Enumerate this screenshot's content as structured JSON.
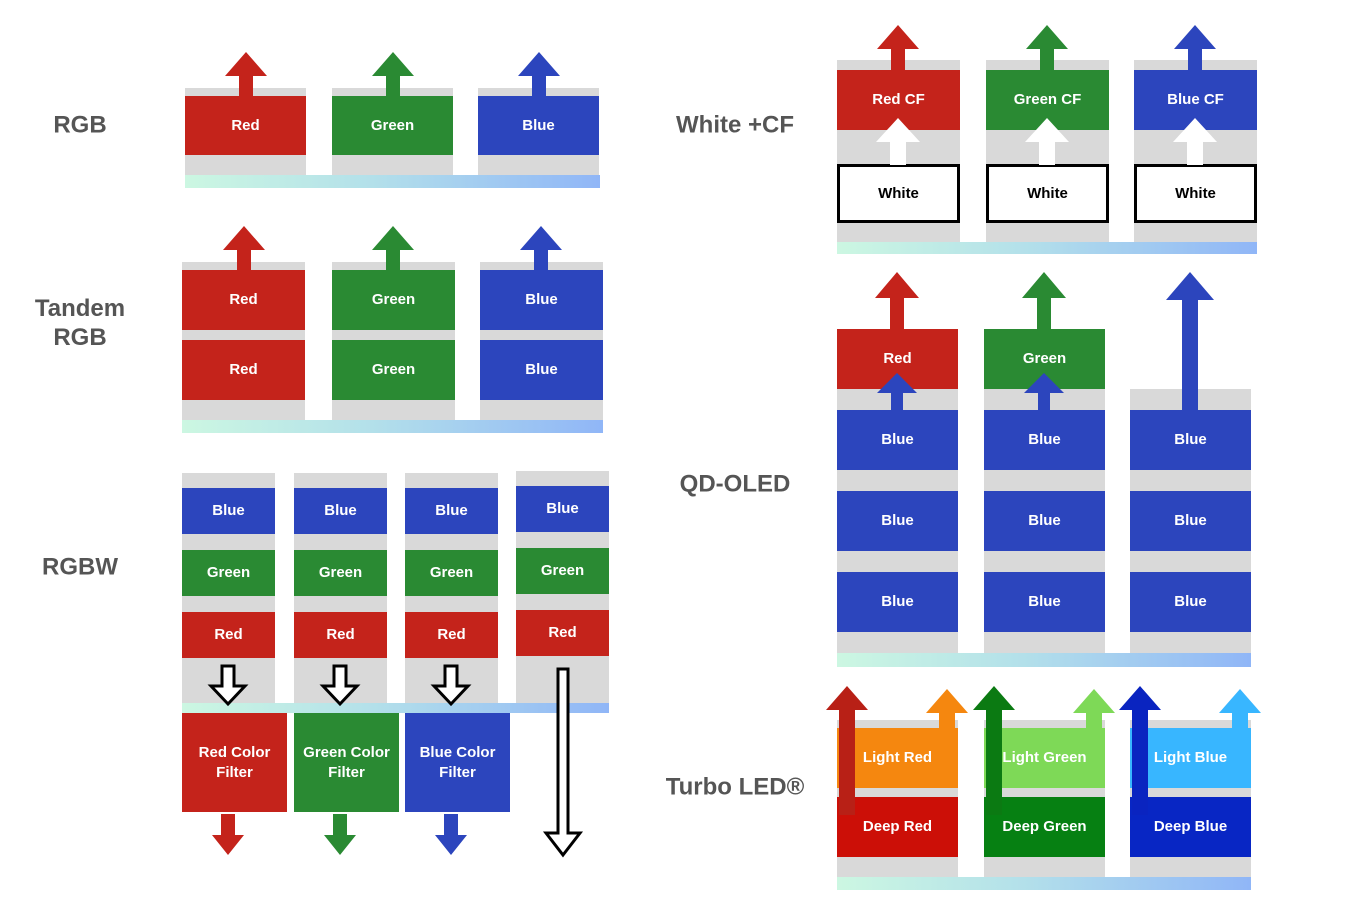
{
  "colors": {
    "red": "#c4231b",
    "green": "#2a8a33",
    "blue": "#2c45bd",
    "gray": "#d9d9d9",
    "orange": "#f5870f",
    "light_green": "#7ed957",
    "light_blue": "#38b6ff",
    "deep_red": "#cc0f07",
    "deep_green": "#068012",
    "deep_blue": "#0826c4"
  },
  "rgb": {
    "label": "RGB",
    "cells": [
      "Red",
      "Green",
      "Blue"
    ]
  },
  "tandem": {
    "label_line1": "Tandem",
    "label_line2": "RGB",
    "top": [
      "Red",
      "Green",
      "Blue"
    ],
    "bottom": [
      "Red",
      "Green",
      "Blue"
    ]
  },
  "rgbw": {
    "label": "RGBW",
    "columns": [
      {
        "blue": "Blue",
        "green": "Green",
        "red": "Red",
        "filter": "Red Color Filter"
      },
      {
        "blue": "Blue",
        "green": "Green",
        "red": "Red",
        "filter": "Green Color Filter"
      },
      {
        "blue": "Blue",
        "green": "Green",
        "red": "Red",
        "filter": "Blue Color Filter"
      },
      {
        "blue": "Blue",
        "green": "Green",
        "red": "Red"
      }
    ]
  },
  "white_cf": {
    "label": "White +CF",
    "filters": [
      "Red CF",
      "Green CF",
      "Blue CF"
    ],
    "whites": [
      "White",
      "White",
      "White"
    ]
  },
  "qd_oled": {
    "label": "QD-OLED",
    "top": [
      "Red",
      "Green"
    ],
    "rows": [
      [
        "Blue",
        "Blue",
        "Blue"
      ],
      [
        "Blue",
        "Blue",
        "Blue"
      ],
      [
        "Blue",
        "Blue",
        "Blue"
      ]
    ]
  },
  "turbo_led": {
    "label": "Turbo LED®",
    "light": [
      "Light Red",
      "Light Green",
      "Light Blue"
    ],
    "deep": [
      "Deep Red",
      "Deep Green",
      "Deep Blue"
    ]
  }
}
